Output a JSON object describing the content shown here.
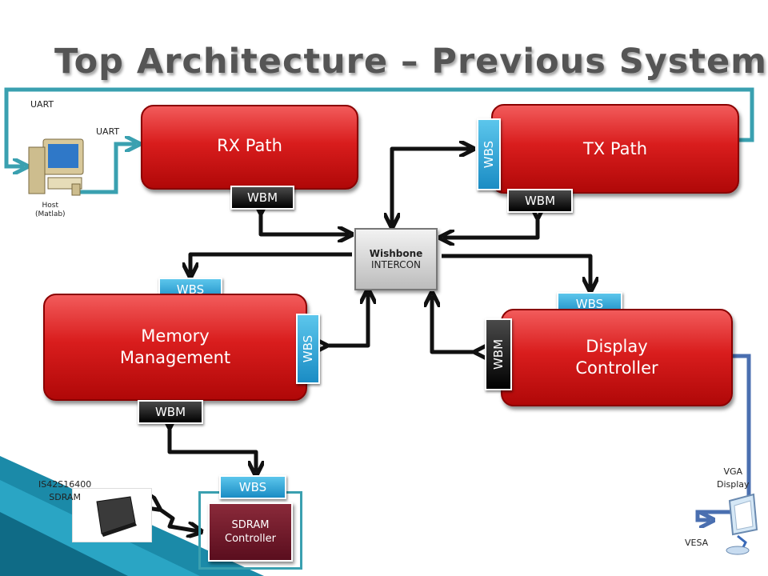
{
  "title": "Top Architecture – Previous System",
  "blocks": {
    "rx": "RX Path",
    "tx": "TX Path",
    "memory": "Memory\nManagement",
    "display": "Display\nController",
    "sdram_controller": "SDRAM\nController"
  },
  "tags": {
    "rx_wbm": "WBM",
    "tx_wbs": "WBS",
    "tx_wbm": "WBM",
    "mem_wbs_top": "WBS",
    "mem_wbs_right": "WBS",
    "mem_wbm": "WBM",
    "disp_wbs": "WBS",
    "disp_wbm": "WBM",
    "sdram_wbs": "WBS"
  },
  "intercon": {
    "line1": "Wishbone",
    "line2": "INTERCON"
  },
  "labels": {
    "uart_top": "UART",
    "uart_mid": "UART",
    "host": "Host\n(Matlab)",
    "sdram_chip": "IS42S16400\nSDRAM",
    "vga": "VGA\nDisplay",
    "vesa": "VESA"
  },
  "icons": {
    "host": "computer-icon",
    "chip": "sdram-chip-icon",
    "monitor": "monitor-icon"
  },
  "colors": {
    "block_red": "#d91d1d",
    "tag_blue": "#1a8cc4",
    "link_cyan": "#3aa0b0",
    "vesa_blue": "#4a6fb0"
  }
}
